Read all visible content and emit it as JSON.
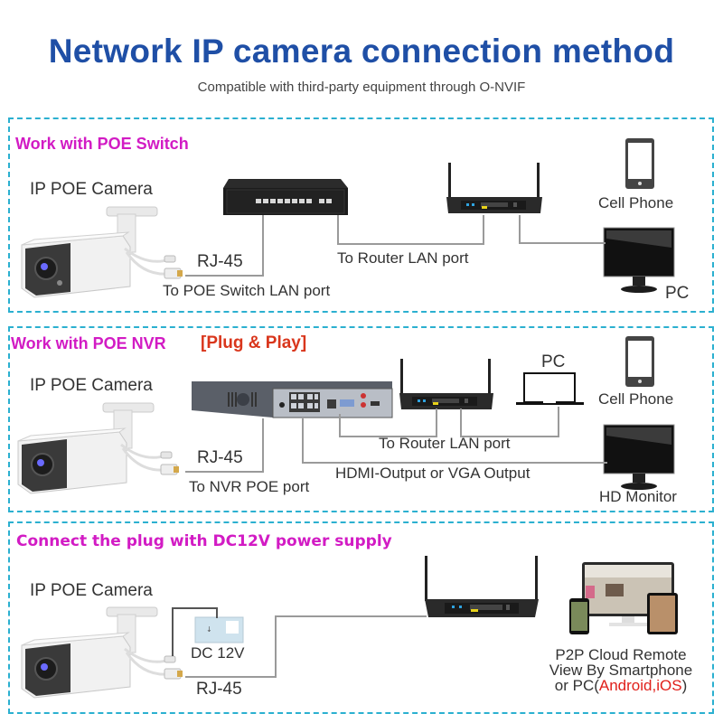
{
  "header": {
    "title": "Network IP camera connection method",
    "subtitle": "Compatible with third-party equipment through O-NVIF"
  },
  "colors": {
    "title": "#1f4fa6",
    "heading": "#d21bc4",
    "accent_red": "#d9361c",
    "panel_border": "#2bb0d0",
    "wire": "#9a9a9a"
  },
  "panels": [
    {
      "heading": "Work with POE Switch",
      "camera_label": "IP POE Camera",
      "cable_label": "RJ-45",
      "camera_link_label": "To POE Switch LAN port",
      "router_link_label": "To Router LAN port",
      "phone_label": "Cell Phone",
      "monitor_label": "PC"
    },
    {
      "heading": "Work with POE NVR",
      "heading_tag": "[Plug & Play]",
      "camera_label": "IP POE Camera",
      "cable_label": "RJ-45",
      "camera_link_label": "To NVR POE port",
      "router_link_label": "To Router LAN port",
      "video_link_label": "HDMI-Output or VGA Output",
      "laptop_label": "PC",
      "phone_label": "Cell Phone",
      "monitor_label": "HD Monitor"
    },
    {
      "heading": "Connect the plug with DC12V power supply",
      "camera_label": "IP POE Camera",
      "power_label": "DC 12V",
      "cable_label": "RJ-45",
      "remote_line1": "P2P Cloud Remote",
      "remote_line2": "View By Smartphone",
      "remote_line3_prefix": "or PC(",
      "remote_line3_highlight": "Android,iOS",
      "remote_line3_suffix": ")"
    }
  ]
}
